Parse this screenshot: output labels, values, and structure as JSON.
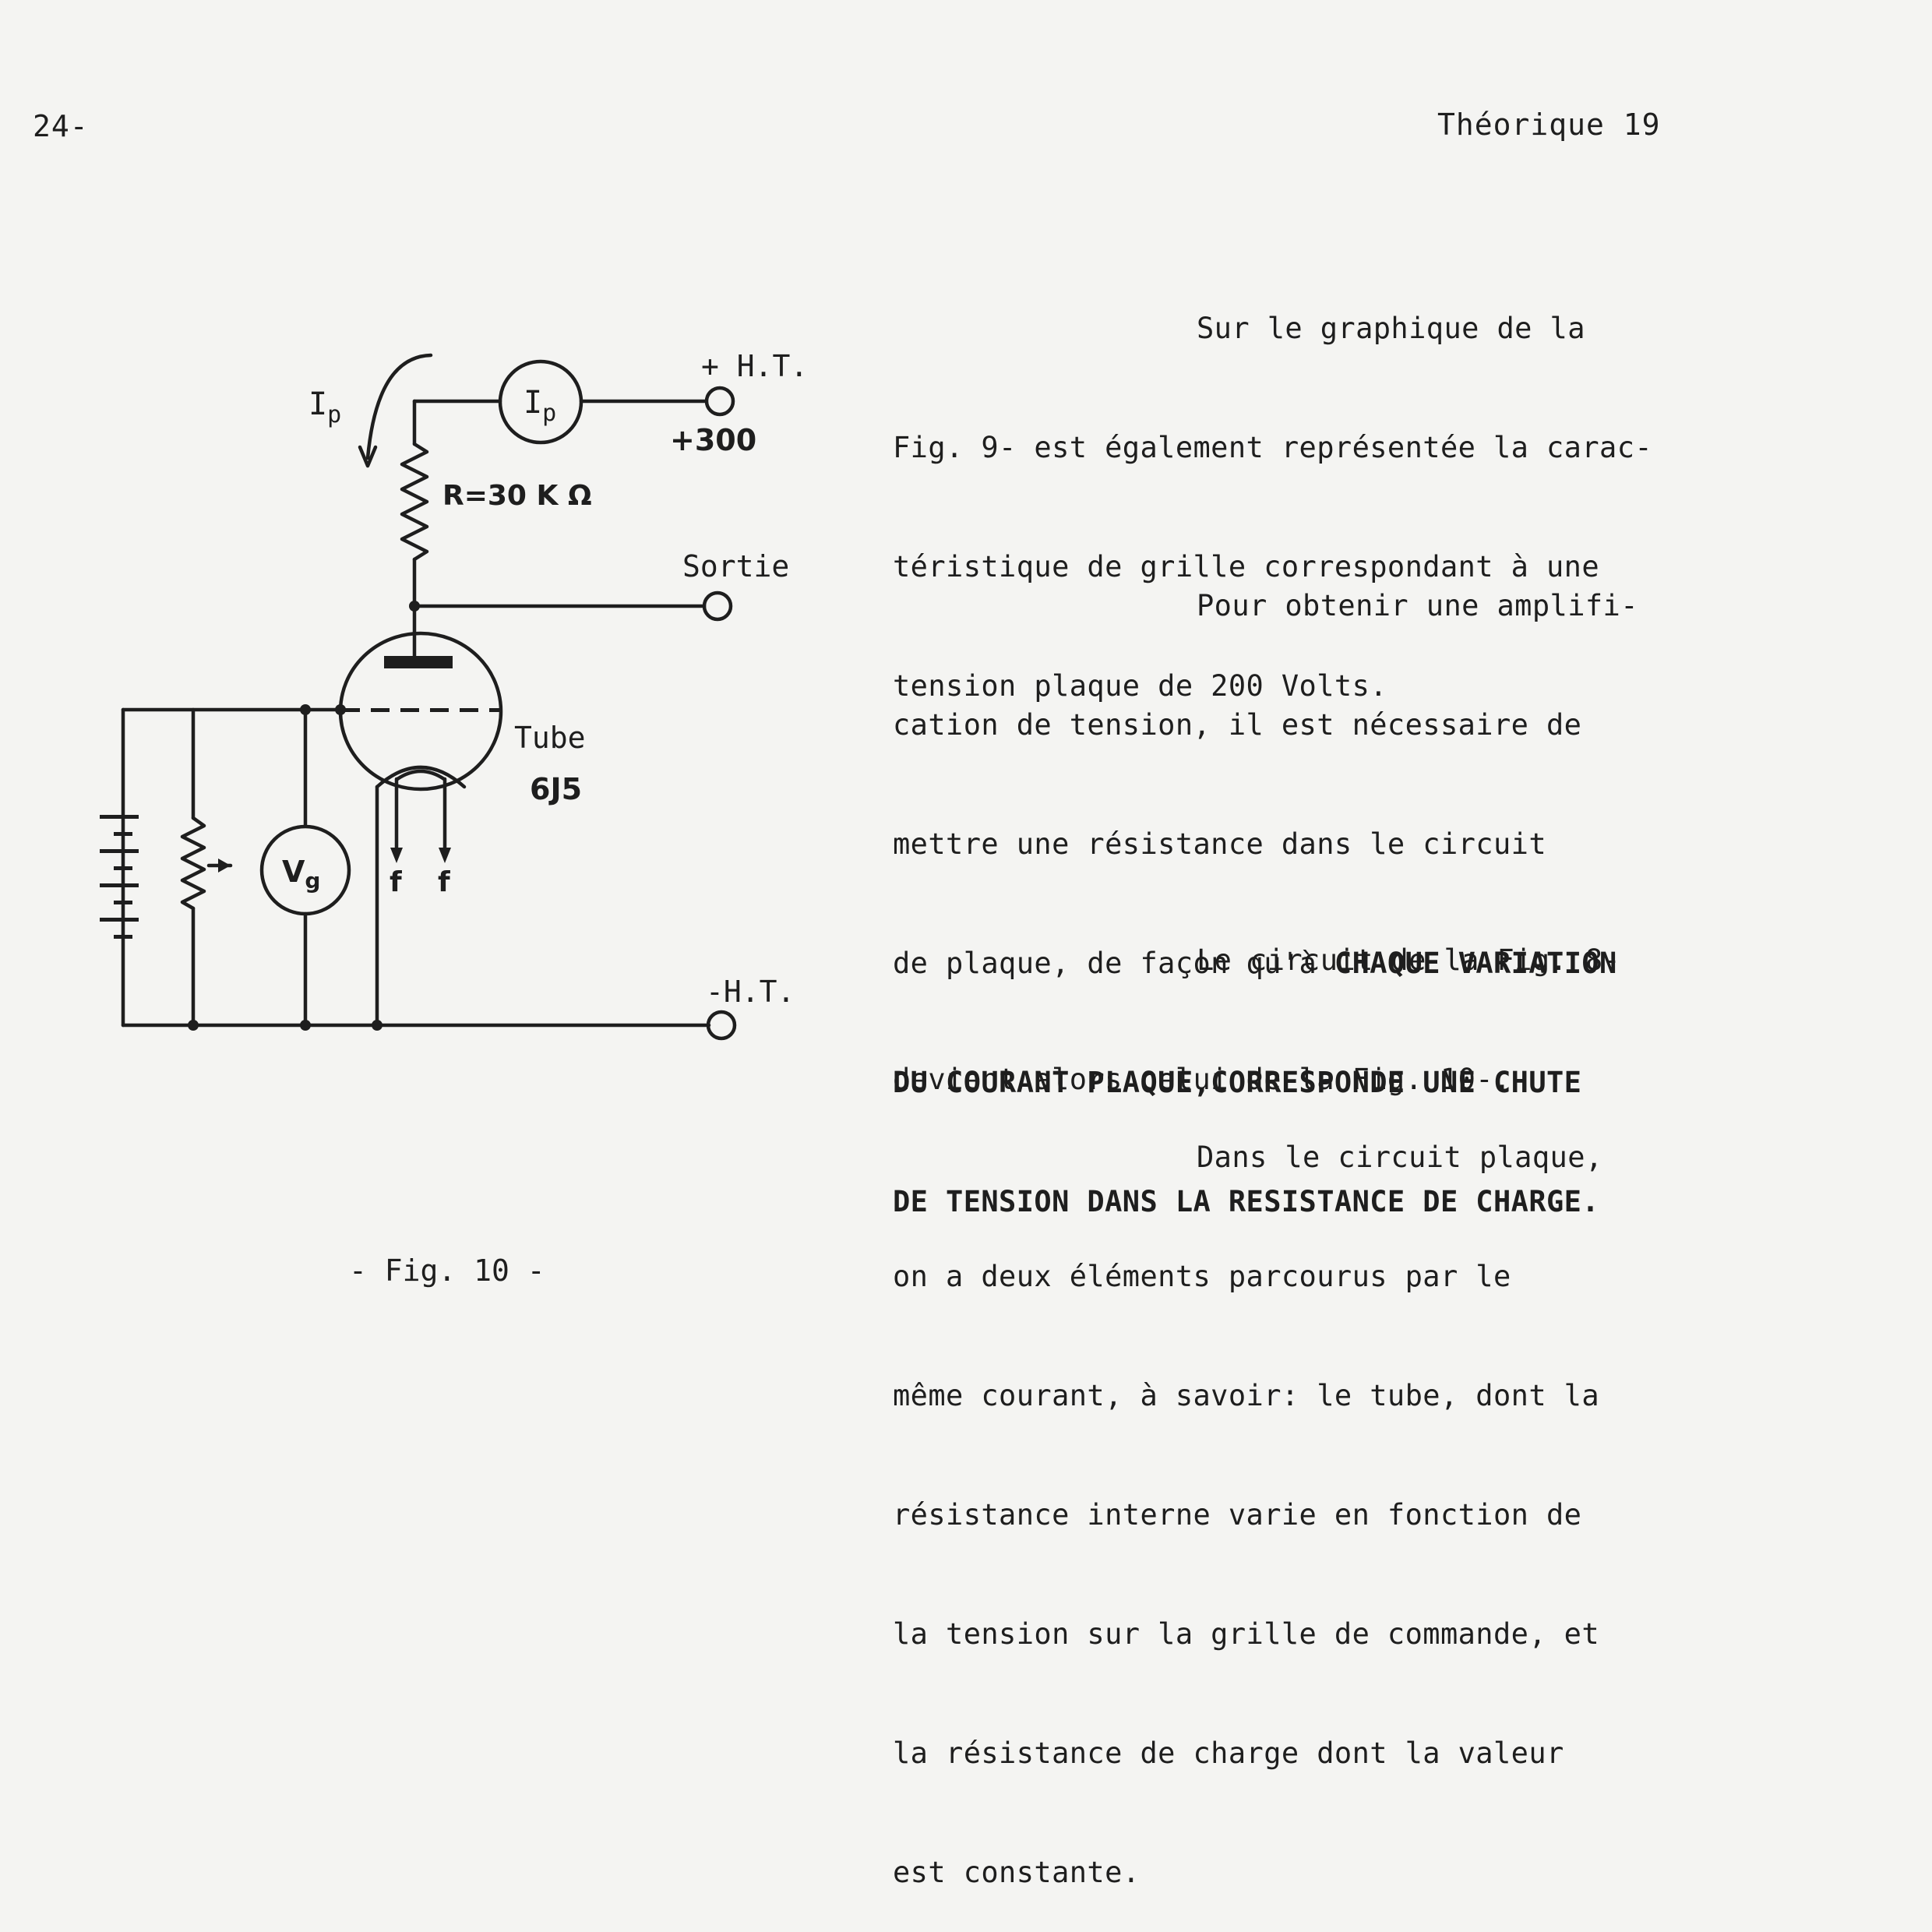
{
  "header": {
    "page_number": "24-",
    "running_head": "Théorique 19"
  },
  "figure": {
    "caption": "- Fig. 10 -",
    "labels": {
      "ht_plus": "+ H.T.",
      "plus_300": "+300",
      "ip_current": "I",
      "ip_sub": "p",
      "meter_ip": "I",
      "meter_ip_sub": "p",
      "resistor": "R=30 K Ω",
      "output": "Sortie",
      "tube": "Tube",
      "tube_type": "6J5",
      "meter_vg": "V",
      "meter_vg_sub": "g",
      "filament_1": "f",
      "filament_2": "f",
      "ht_minus": "-H.T."
    }
  },
  "paragraphs": [
    {
      "lines": [
        "Sur le graphique de la",
        "Fig. 9- est également représentée la carac-",
        "téristique de grille correspondant à une",
        "tension plaque de 200 Volts."
      ]
    },
    {
      "lines": [
        "Pour obtenir une amplifi-",
        "cation de tension, il est nécessaire de",
        "mettre une résistance dans le circuit",
        "de plaque, de façon qu'à ",
        "CHAQUE VARIATION",
        "DU COURANT PLAQUE,CORRESPONDE UNE CHUTE",
        "DE TENSION DANS LA RESISTANCE DE CHARGE."
      ]
    },
    {
      "lines": [
        "Le circuit de la Fig. 8-",
        "devient alors celui de la Fig. 10-."
      ]
    },
    {
      "lines": [
        "Dans le circuit plaque,",
        "on a deux éléments parcourus par le",
        "même courant, à savoir: le tube, dont la",
        "résistance interne varie en fonction de",
        "la tension sur la grille de commande, et",
        "la résistance de charge dont la valeur",
        "est constante."
      ]
    }
  ]
}
